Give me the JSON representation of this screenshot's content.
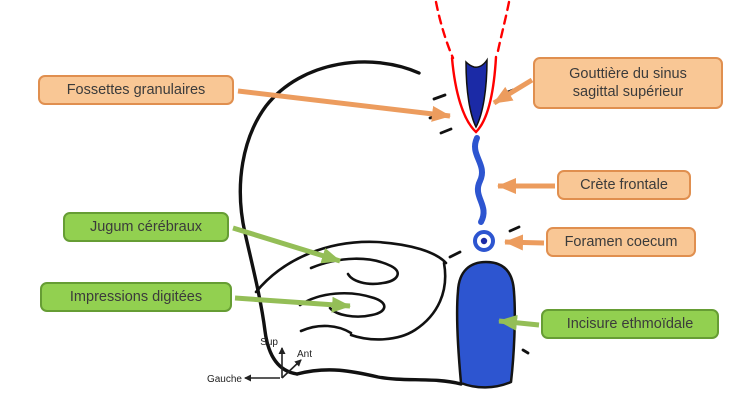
{
  "labels": {
    "fossettes": "Fossettes granulaires",
    "gouttiere_line1": "Gouttière du sinus",
    "gouttiere_line2": "sagittal supérieur",
    "crete": "Crète frontale",
    "foramen": "Foramen coecum",
    "jugum": "Jugum cérébraux",
    "impressions": "Impressions digitées",
    "incisure": "Incisure ethmoïdale"
  },
  "axis": {
    "sup": "Sup",
    "ant": "Ant",
    "gauche": "Gauche"
  },
  "colors": {
    "orange_fill": "#F9C795",
    "orange_border": "#E08F4F",
    "green_fill": "#92D050",
    "green_border": "#669D34",
    "arrow_orange": "#EC9C5E",
    "arrow_green": "#94BE57",
    "blue": "#2D55D0",
    "blue_dark": "#1B2AA6",
    "red": "#FF0000",
    "sketch": "#111111",
    "text": "#3B3B3B"
  }
}
